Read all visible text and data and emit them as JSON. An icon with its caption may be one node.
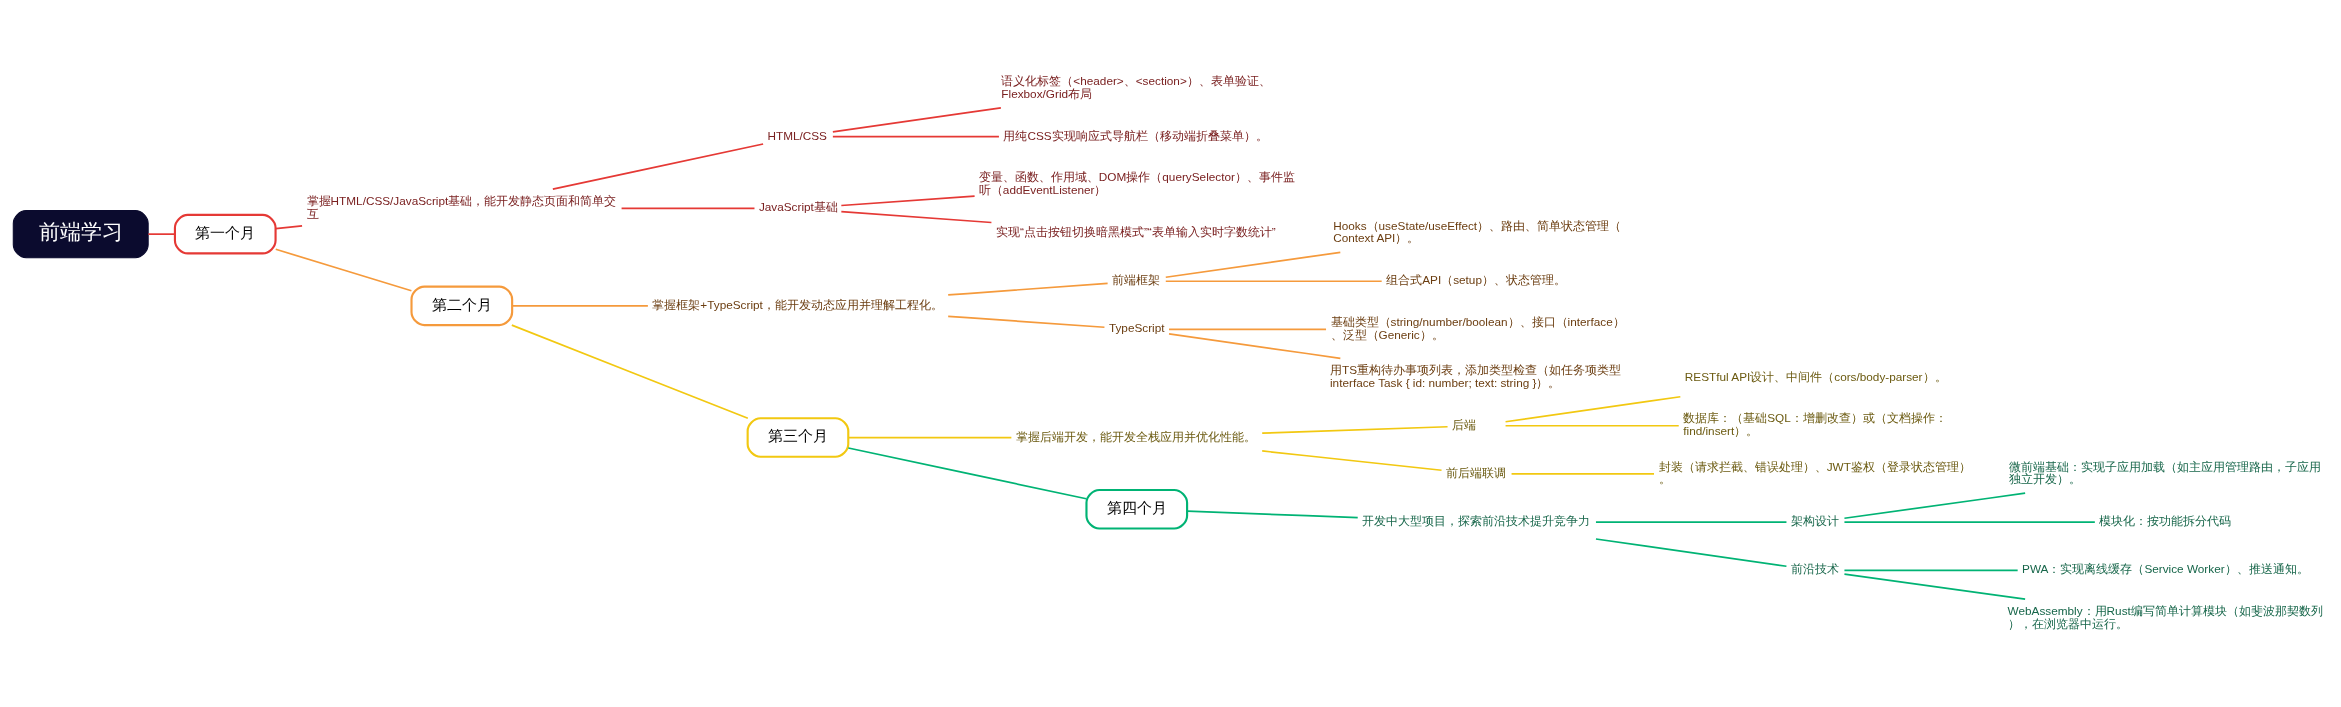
{
  "diagram": {
    "nodes": [
      {
        "text": [
          "前端学习"
        ]
      },
      {
        "text": [
          "第一个月"
        ]
      },
      {
        "text": [
          "掌握HTML/CSS/JavaScript基础，能开发静态页面和简单交互"
        ]
      },
      {
        "text": [
          "HTML/CSS"
        ]
      },
      {
        "text": [
          "语义化标签（<header>、<section>）、表单验证、Flexbox/Grid布局"
        ]
      },
      {
        "text": [
          "用纯CSS实现响应式导航栏（移动端折叠菜单）。"
        ]
      },
      {
        "text": [
          "JavaScript基础"
        ]
      },
      {
        "text": [
          "变量、函数、作用域、DOM操作（querySelector）、事件监听（addEventListener）"
        ]
      },
      {
        "text": [
          "实现“点击按钮切换暗黑模式”“表单输入实时字数统计”"
        ]
      },
      {
        "text": [
          "第二个月"
        ]
      },
      {
        "text": [
          "掌握框架+TypeScript，能开发动态应用并理解工程化。"
        ]
      },
      {
        "text": [
          "前端框架"
        ]
      },
      {
        "text": [
          "Hooks（useState/useEffect）、路由、简单状态管理（Context API）。"
        ]
      },
      {
        "text": [
          "组合式API（setup）、状态管理。"
        ]
      },
      {
        "text": [
          "TypeScript"
        ]
      },
      {
        "text": [
          "基础类型（string/number/boolean）、接口（interface）、泛型（Generic）。"
        ]
      },
      {
        "text": [
          "用TS重构待办事项列表，添加类型检查（如任务项类型interface Task { id: number; text: string }）。"
        ]
      },
      {
        "text": [
          "第三个月"
        ]
      },
      {
        "text": [
          "掌握后端开发，能开发全栈应用并优化性能。"
        ]
      },
      {
        "text": [
          "后端"
        ]
      },
      {
        "text": [
          "RESTful API设计、中间件（cors/body-parser）。"
        ]
      },
      {
        "text": [
          "数据库：（基础SQL：增删改查）或（文档操作：find/insert）。"
        ]
      },
      {
        "text": [
          "前后端联调"
        ]
      },
      {
        "text": [
          "封装（请求拦截、错误处理）、JWT鉴权（登录状态管理）。"
        ]
      },
      {
        "text": [
          "第四个月"
        ]
      },
      {
        "text": [
          "开发中大型项目，探索前沿技术提升竞争力"
        ]
      },
      {
        "text": [
          "架构设计"
        ]
      },
      {
        "text": [
          "微前端基础：实现子应用加载（如主应用管理路由，子应用独立开发）。"
        ]
      },
      {
        "text": [
          "模块化：按功能拆分代码"
        ]
      },
      {
        "text": [
          "前沿技术"
        ]
      },
      {
        "text": [
          "PWA：实现离线缓存（Service Worker）、推送通知。"
        ]
      },
      {
        "text": [
          "WebAssembly：用Rust编写简单计算模块（如斐波那契数列），在浏览器中运行。"
        ]
      }
    ],
    "edges": [
      {
        "from": 0,
        "to": 1,
        "arrow": "none",
        "color": "#e53935"
      },
      {
        "from": 1,
        "to": 2,
        "arrow": "none",
        "color": "#e53935"
      },
      {
        "from": 2,
        "to": 3,
        "arrow": "none",
        "color": "#e53935"
      },
      {
        "from": 3,
        "to": 4,
        "arrow": "none",
        "color": "#e53935"
      },
      {
        "from": 3,
        "to": 5,
        "arrow": "none",
        "color": "#e53935"
      },
      {
        "from": 2,
        "to": 6,
        "arrow": "none",
        "color": "#e53935"
      },
      {
        "from": 6,
        "to": 7,
        "arrow": "none",
        "color": "#e53935"
      },
      {
        "from": 6,
        "to": 8,
        "arrow": "none",
        "color": "#e53935"
      },
      {
        "from": 1,
        "to": 9,
        "arrow": "none",
        "color": "#f59a3c"
      },
      {
        "from": 9,
        "to": 10,
        "arrow": "none",
        "color": "#f59a3c"
      },
      {
        "from": 10,
        "to": 11,
        "arrow": "none",
        "color": "#f59a3c"
      },
      {
        "from": 11,
        "to": 12,
        "arrow": "none",
        "color": "#f59a3c"
      },
      {
        "from": 11,
        "to": 13,
        "arrow": "none",
        "color": "#f59a3c"
      },
      {
        "from": 10,
        "to": 14,
        "arrow": "none",
        "color": "#f59a3c"
      },
      {
        "from": 14,
        "to": 15,
        "arrow": "none",
        "color": "#f59a3c"
      },
      {
        "from": 14,
        "to": 16,
        "arrow": "none",
        "color": "#f59a3c"
      },
      {
        "from": 9,
        "to": 17,
        "arrow": "none",
        "color": "#f2c811"
      },
      {
        "from": 17,
        "to": 18,
        "arrow": "none",
        "color": "#f2c811"
      },
      {
        "from": 18,
        "to": 19,
        "arrow": "none",
        "color": "#f2c811"
      },
      {
        "from": 19,
        "to": 20,
        "arrow": "none",
        "color": "#f2c811"
      },
      {
        "from": 19,
        "to": 21,
        "arrow": "none",
        "color": "#f2c811"
      },
      {
        "from": 18,
        "to": 22,
        "arrow": "none",
        "color": "#f2c811"
      },
      {
        "from": 22,
        "to": 23,
        "arrow": "none",
        "color": "#f2c811"
      },
      {
        "from": 17,
        "to": 24,
        "arrow": "none",
        "color": "#00b374"
      },
      {
        "from": 24,
        "to": 25,
        "arrow": "none",
        "color": "#00b374"
      },
      {
        "from": 25,
        "to": 26,
        "arrow": "none",
        "color": "#00b374"
      },
      {
        "from": 26,
        "to": 27,
        "arrow": "none",
        "color": "#00b374"
      },
      {
        "from": 26,
        "to": 28,
        "arrow": "none",
        "color": "#00b374"
      },
      {
        "from": 25,
        "to": 29,
        "arrow": "none",
        "color": "#00b374"
      },
      {
        "from": 29,
        "to": 30,
        "arrow": "none",
        "color": "#00b374"
      },
      {
        "from": 29,
        "to": 31,
        "arrow": "none",
        "color": "#00b374"
      }
    ]
  }
}
